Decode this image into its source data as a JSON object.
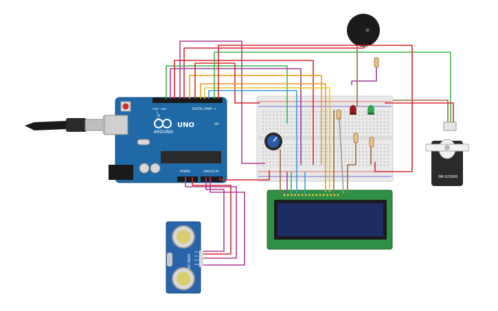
{
  "arduino": {
    "brand": "ARDUINO",
    "model": "UNO",
    "digital_label": "DIGITAL (PWM ~)",
    "power_label": "POWER",
    "analog_label": "ANALOG IN",
    "tx_label": "TX",
    "rx_label": "RX",
    "l_label": "L",
    "on_label": "ON",
    "aref_label": "AREF",
    "gnd_label": "GND"
  },
  "ultrasonic": {
    "model": "HC-SR04",
    "pin_labels": [
      "VCC",
      "Trig",
      "Echo",
      "GND"
    ]
  },
  "servo": {
    "model": "SM-S2309S"
  },
  "colors": {
    "wire_red": "#d9262b",
    "wire_green": "#3cb54a",
    "wire_orange": "#f09a1d",
    "wire_yellow": "#e8c91b",
    "wire_purple": "#9a3a9c",
    "wire_magenta": "#b03a8f",
    "wire_blue": "#3d9ad6",
    "wire_brown": "#9b6a3c",
    "wire_gray": "#9a9a9a",
    "arduino_blue": "#1f6aa6",
    "lcd_green": "#2f8f44",
    "lcd_screen": "#1d2d63",
    "sensor_blue": "#2a64a8"
  }
}
